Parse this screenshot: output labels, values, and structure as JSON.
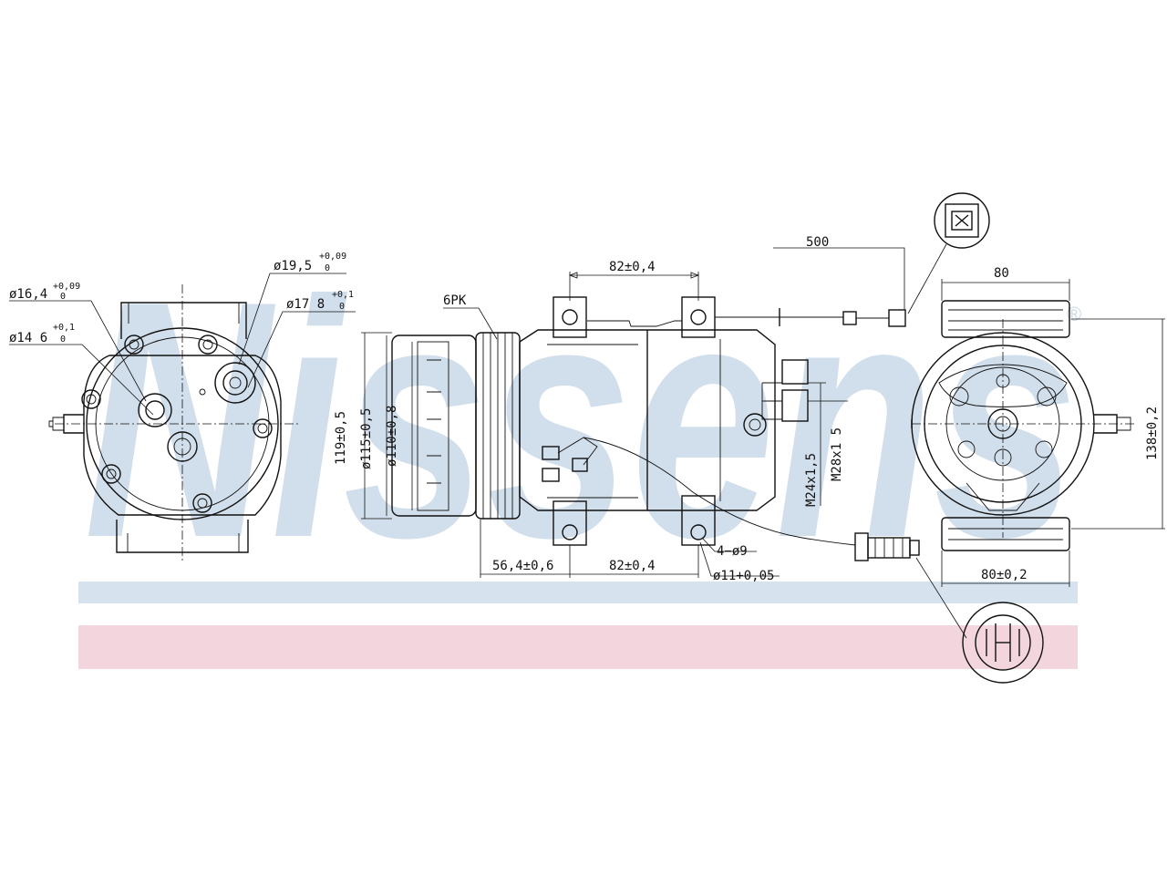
{
  "watermark": {
    "brand": "Nissens",
    "registered_mark": "®"
  },
  "colors": {
    "brand_blue": "#c9d9e8",
    "band_blue": "#d6e2ee",
    "band_pink": "#f2d5dd",
    "ink": "#111111"
  },
  "left_view": {
    "labels": [
      {
        "id": "d164",
        "main": "ø16,4",
        "sup": "+0,09",
        "sub": "0"
      },
      {
        "id": "d146",
        "main": "ø14 6",
        "sup": "+0,1",
        "sub": "0"
      },
      {
        "id": "d195",
        "main": "ø19,5",
        "sup": "+0,09",
        "sub": "0"
      },
      {
        "id": "d178",
        "main": "ø17 8",
        "sup": "+0,1",
        "sub": "0"
      }
    ]
  },
  "side_view": {
    "belt": "6PK",
    "dim_top": "82±0,4",
    "dim_bottom_left": "56,4±0,6",
    "dim_bottom_right": "82±0,4",
    "d119": "119±0,5",
    "d115": "ø115±0,5",
    "d110": "ø110±0,8",
    "holes": "4−ø9",
    "d11": "ø11+0,05",
    "m24": "M24x1,5",
    "m28": "M28x1 5",
    "cable_len": "500"
  },
  "right_view": {
    "dim_top": "80",
    "dim_bottom": "80±0,2",
    "dim_height": "138±0,2"
  }
}
